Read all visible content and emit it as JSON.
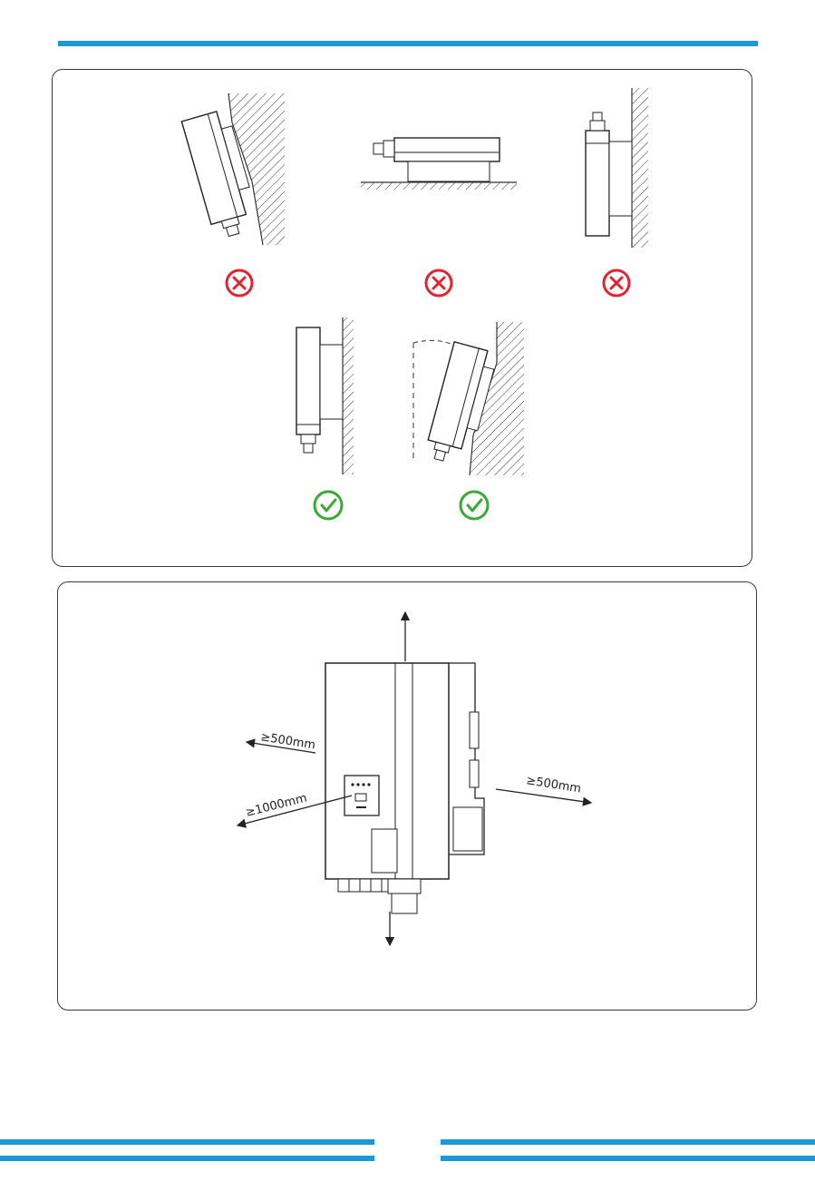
{
  "colors": {
    "accent": "#1b98d5",
    "wrong": "#e2242f",
    "correct": "#3aa935"
  },
  "icons": {
    "wrong": "x-circle-icon",
    "correct": "check-circle-icon"
  },
  "clearance": {
    "left_upper": "≥500mm",
    "left_lower": "≥1000mm",
    "right": "≥500mm"
  }
}
